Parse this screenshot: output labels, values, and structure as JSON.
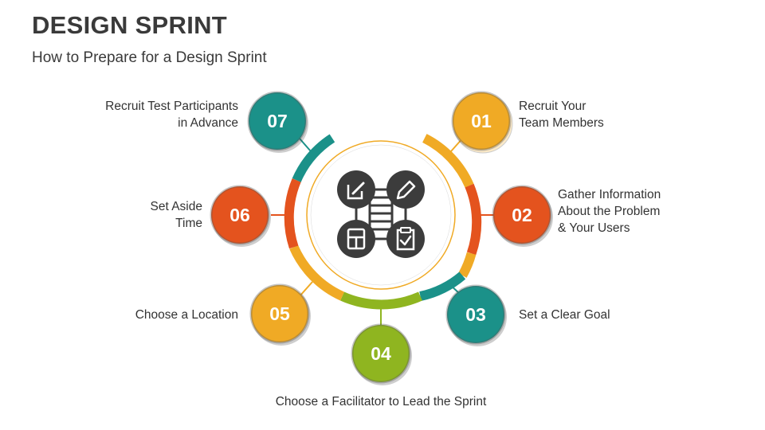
{
  "title": "DESIGN SPRINT",
  "subtitle": "How to Prepare for a Design Sprint",
  "colors": {
    "teal": "#1b9189",
    "yellow": "#f0aa25",
    "orange": "#e4531e",
    "green": "#8fb520",
    "dark": "#3c3c3c"
  },
  "steps": [
    {
      "number": "01",
      "lines": [
        "Recruit Your",
        "Team Members"
      ],
      "color": "#f0aa25"
    },
    {
      "number": "02",
      "lines": [
        "Gather Information",
        "About the Problem",
        "& Your Users"
      ],
      "color": "#e4531e"
    },
    {
      "number": "03",
      "lines": [
        "Set a Clear Goal"
      ],
      "color": "#1b9189"
    },
    {
      "number": "04",
      "lines": [
        "Choose a Facilitator to Lead the Sprint"
      ],
      "color": "#8fb520"
    },
    {
      "number": "05",
      "lines": [
        "Choose a Location"
      ],
      "color": "#f0aa25"
    },
    {
      "number": "06",
      "lines": [
        "Set Aside",
        "Time"
      ],
      "color": "#e4531e"
    },
    {
      "number": "07",
      "lines": [
        "Recruit Test Participants",
        "in Advance"
      ],
      "color": "#1b9189"
    }
  ],
  "center_icons": [
    "edit-square-icon",
    "pencil-icon",
    "layout-icon",
    "checklist-icon",
    "sprint-ladder-icon"
  ]
}
